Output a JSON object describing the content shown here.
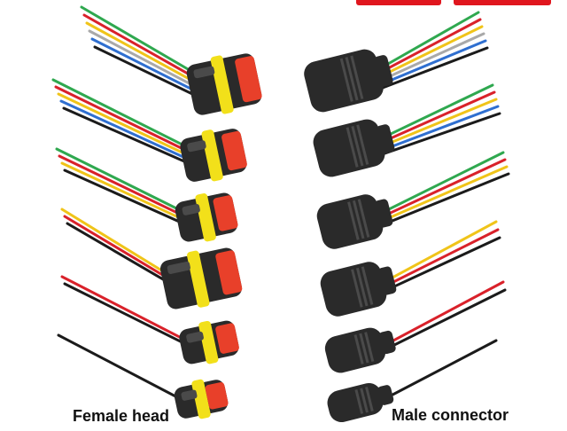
{
  "captions": {
    "female": "Female head",
    "male": "Male connector"
  },
  "colors": {
    "background": "#ffffff",
    "banner": "#e0161e",
    "housing": "#2a2a2a",
    "housing_highlight": "#4a4a4a",
    "seal_yellow": "#f2e01a",
    "latch_red": "#e8402a",
    "wire_green": "#2fa84f",
    "wire_red": "#d9212a",
    "wire_yellow": "#f0c419",
    "wire_blue": "#2f6fd0",
    "wire_black": "#1b1b1b",
    "wire_gray": "#a9a9a9"
  },
  "connectors": {
    "female": [
      {
        "pins": 6,
        "wires": [
          "green",
          "red",
          "yellow",
          "gray",
          "blue",
          "black"
        ]
      },
      {
        "pins": 5,
        "wires": [
          "green",
          "red",
          "yellow",
          "blue",
          "black"
        ]
      },
      {
        "pins": 4,
        "wires": [
          "green",
          "red",
          "yellow",
          "black"
        ]
      },
      {
        "pins": 3,
        "wires": [
          "yellow",
          "red",
          "black"
        ]
      },
      {
        "pins": 2,
        "wires": [
          "red",
          "black"
        ]
      },
      {
        "pins": 1,
        "wires": [
          "black"
        ]
      }
    ],
    "male": [
      {
        "pins": 6,
        "wires": [
          "green",
          "red",
          "yellow",
          "gray",
          "blue",
          "black"
        ]
      },
      {
        "pins": 5,
        "wires": [
          "green",
          "red",
          "yellow",
          "blue",
          "black"
        ]
      },
      {
        "pins": 4,
        "wires": [
          "green",
          "red",
          "yellow",
          "black"
        ]
      },
      {
        "pins": 3,
        "wires": [
          "yellow",
          "red",
          "black"
        ]
      },
      {
        "pins": 2,
        "wires": [
          "red",
          "black"
        ]
      },
      {
        "pins": 1,
        "wires": [
          "black"
        ]
      }
    ]
  }
}
